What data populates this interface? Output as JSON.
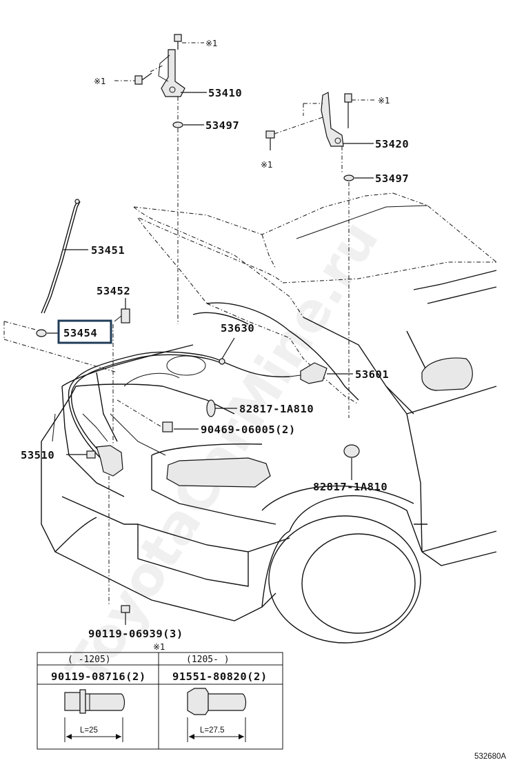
{
  "watermark": "ToyotaCarMine.ru",
  "diagram_code": "532680A",
  "parts": {
    "p53410": "53410",
    "p53497a": "53497",
    "p53420": "53420",
    "p53497b": "53497",
    "p53451": "53451",
    "p53452": "53452",
    "p53454": "53454",
    "p53630": "53630",
    "p53601": "53601",
    "p82817a": "82817-1A810",
    "p90469": "90469-06005(2)",
    "p53510": "53510",
    "p82817b": "82817-1A810",
    "p90119a": "90119-06939(3)"
  },
  "notes": {
    "n1": "※1",
    "n2": "※1",
    "n3": "※1",
    "n4": "※1",
    "n5": "※1"
  },
  "highlight": {
    "part": "53454",
    "color": "#1f3b57"
  },
  "table": {
    "col1_range": "( -1205)",
    "col2_range": "(1205- )",
    "col1_part": "90119-08716(2)",
    "col2_part": "91551-80820(2)",
    "col1_length": "L=25",
    "col2_length": "L=27.5"
  }
}
